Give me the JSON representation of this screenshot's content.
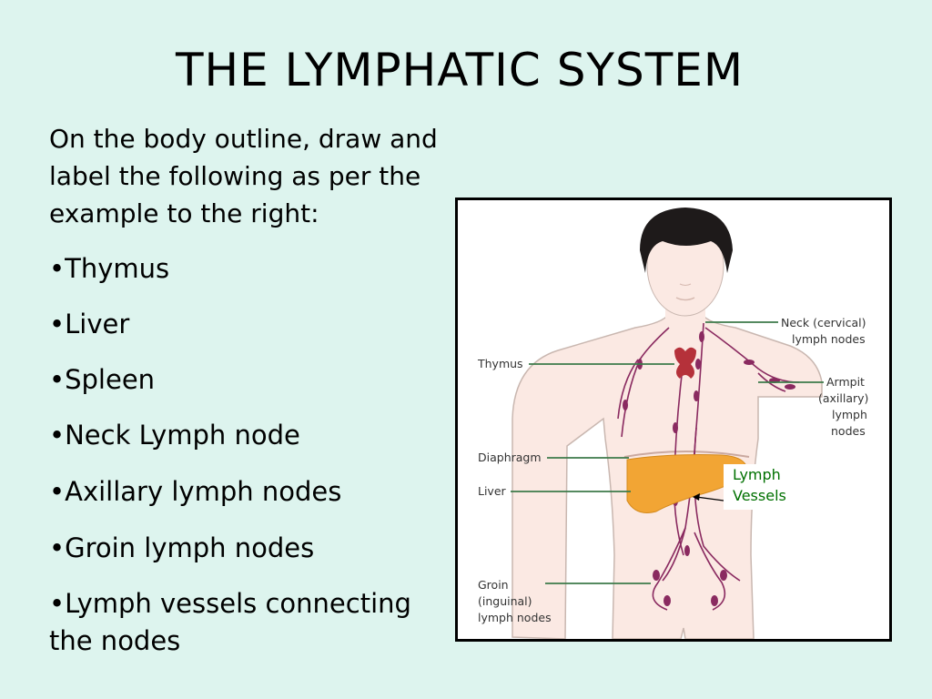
{
  "title": "THE LYMPHATIC SYSTEM",
  "instructions": "On the body outline, draw and label the following as per the example to the right:",
  "bullets": [
    "•Thymus",
    "•Liver",
    "•Spleen",
    "•Neck Lymph node",
    "•Axillary lymph nodes",
    "•Groin lymph nodes",
    "•Lymph vessels connecting the nodes"
  ],
  "diagram": {
    "labels": {
      "neck_line1": "Neck (cervical)",
      "neck_line2": "lymph nodes",
      "thymus": "Thymus",
      "armpit_line1": "Armpit",
      "armpit_line2": "(axillary)",
      "armpit_line3": "lymph",
      "armpit_line4": "nodes",
      "diaphragm": "Diaphragm",
      "liver": "Liver",
      "groin_line1": "Groin",
      "groin_line2": "(inguinal)",
      "groin_line3": "lymph nodes"
    },
    "annotation_line1": "Lymph",
    "annotation_line2": "Vessels",
    "colors": {
      "skin": "#fbe9e3",
      "hair": "#1e1a1a",
      "thymus": "#b5313a",
      "liver": "#f2a534",
      "vessels": "#8a2a60",
      "leader_lines": "#3d7a4a",
      "annotation_text": "#007000"
    }
  }
}
